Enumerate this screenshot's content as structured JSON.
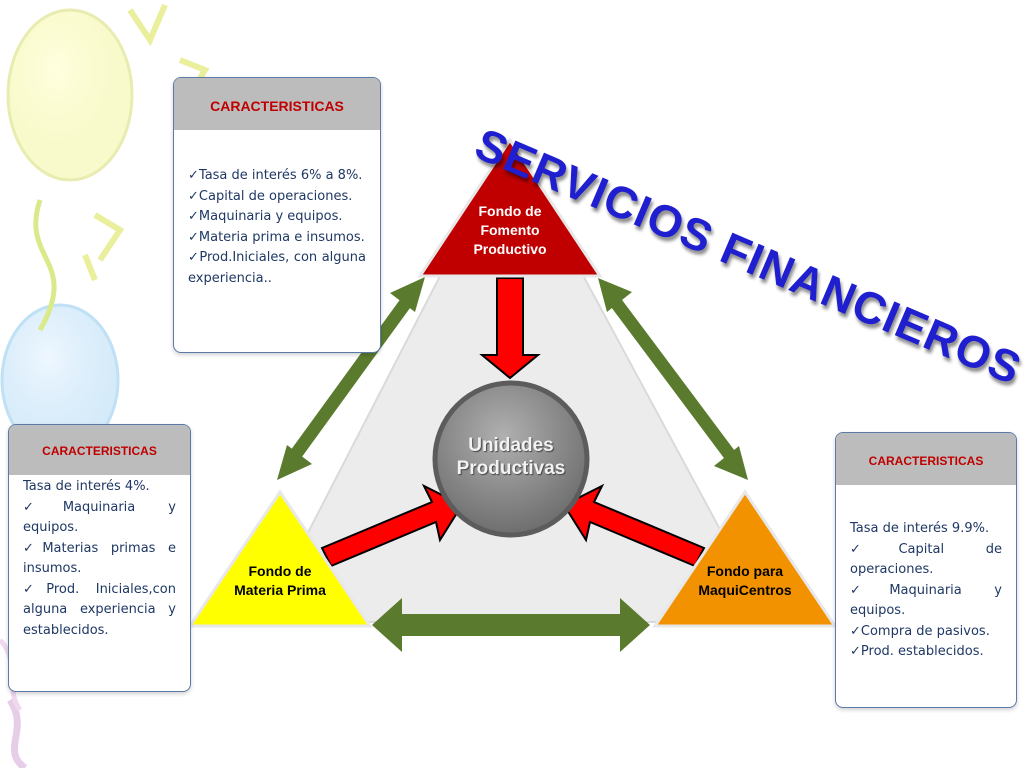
{
  "title": "SERVICIOS FINANCIEROS",
  "center": {
    "line1": "Unidades",
    "line2": "Productivas"
  },
  "funds": {
    "fomento": {
      "line1": "Fondo de",
      "line2": "Fomento",
      "line3": "Productivo"
    },
    "materia": {
      "line1": "Fondo de",
      "line2": "Materia Prima"
    },
    "maqui": {
      "line1": "Fondo para",
      "line2": "MaquiCentros"
    }
  },
  "cards": {
    "top": {
      "header": "CARACTERISTICAS",
      "items": [
        {
          "text": "Tasa de interés 6% a 8%.",
          "check": true
        },
        {
          "text": "Capital de operaciones.",
          "check": true
        },
        {
          "text": "Maquinaria y equipos.",
          "check": true
        },
        {
          "text": "Materia prima e insumos.",
          "check": true
        },
        {
          "text": "Prod.Iniciales, con alguna experiencia..",
          "check": true
        }
      ]
    },
    "left": {
      "header": "CARACTERISTICAS",
      "items": [
        {
          "text": "Tasa de interés 4%.",
          "check": false
        },
        {
          "text": "Maquinaria y equipos.",
          "check": true
        },
        {
          "text": "Materias primas e insumos.",
          "check": true
        },
        {
          "text": "Prod. Iniciales,con alguna experiencia y establecidos.",
          "check": true
        }
      ]
    },
    "right": {
      "header": "CARACTERISTICAS",
      "items": [
        {
          "text": "Tasa de interés 9.9%.",
          "check": false
        },
        {
          "text": "Capital de operaciones.",
          "check": true
        },
        {
          "text": "Maquinaria y equipos.",
          "check": true
        },
        {
          "text": "Compra de pasivos.",
          "check": true
        },
        {
          "text": "Prod. establecidos.",
          "check": true
        }
      ]
    }
  },
  "colors": {
    "fomento": "#c00000",
    "materia": "#ffff00",
    "maqui": "#f39200",
    "center": "#808080",
    "red_arrow": "#ff0000",
    "green_arrow": "#5a7a2e",
    "title": "#1f1fd0"
  }
}
